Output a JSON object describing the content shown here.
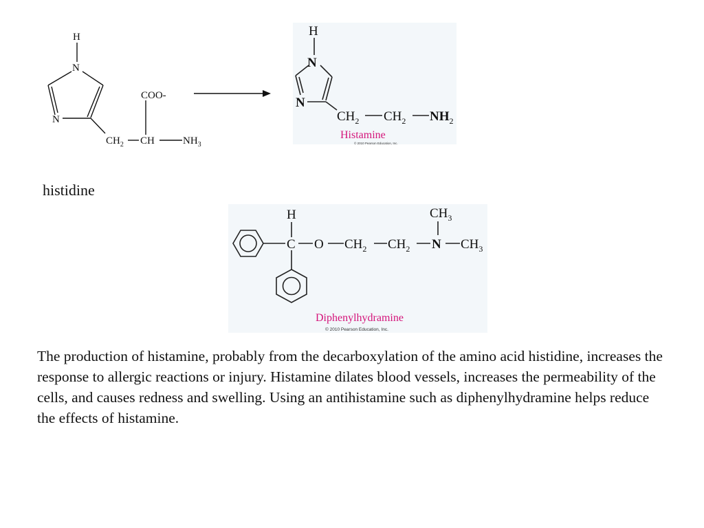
{
  "histidine": {
    "atom_h": "H",
    "atom_n_top": "N",
    "atom_n_left": "N",
    "coo": "COO-",
    "ch2": "CH",
    "ch2_sub": "2",
    "ch": "CH",
    "nh3": "NH",
    "nh3_sub": "3",
    "name": "histidine"
  },
  "histamine": {
    "atom_h": "H",
    "atom_n_top": "N",
    "atom_n_left": "N",
    "ch2_a": "CH",
    "ch2_a_sub": "2",
    "ch2_b": "CH",
    "ch2_b_sub": "2",
    "nh2": "NH",
    "nh2_sub": "2",
    "name": "Histamine",
    "copyright": "© 2010 Pearson Education, Inc."
  },
  "diphenhydramine": {
    "atom_h": "H",
    "atom_c": "C",
    "atom_o": "O",
    "ch2_a": "CH",
    "ch2_a_sub": "2",
    "ch2_b": "CH",
    "ch2_b_sub": "2",
    "atom_n": "N",
    "ch3_top": "CH",
    "ch3_top_sub": "3",
    "ch3_right": "CH",
    "ch3_right_sub": "3",
    "name": "Diphenylhydramine",
    "copyright": "© 2010 Pearson Education, Inc."
  },
  "colors": {
    "panel_bg": "#f3f7fa",
    "name_label": "#d4147a",
    "text": "#111111"
  },
  "caption": "The production of histamine, probably from the decarboxylation of the amino acid histidine,  increases the response to allergic reactions or injury. Histamine dilates blood vessels, increases the permeability of the cells, and causes redness and swelling. Using an antihistamine such as diphenylhydramine helps reduce the effects of histamine."
}
